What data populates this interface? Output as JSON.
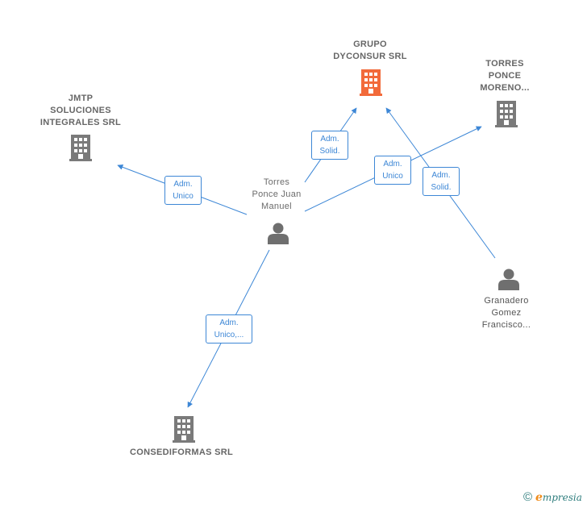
{
  "nodes": {
    "grupo_dyconsur": {
      "lines": [
        "GRUPO",
        "DYCONSUR SRL"
      ],
      "type": "company",
      "highlight": true
    },
    "torres_ponce_moreno": {
      "lines": [
        "TORRES",
        "PONCE",
        "MORENO..."
      ],
      "type": "company"
    },
    "jmtp": {
      "lines": [
        "JMTP",
        "SOLUCIONES",
        "INTEGRALES SRL"
      ],
      "type": "company"
    },
    "torres_ponce_juan": {
      "lines": [
        "Torres",
        "Ponce Juan",
        "Manuel"
      ],
      "type": "person"
    },
    "granadero": {
      "lines": [
        "Granadero",
        "Gomez",
        "Francisco..."
      ],
      "type": "person"
    },
    "consediformas": {
      "lines": [
        "CONSEDIFORMAS SRL"
      ],
      "type": "company"
    }
  },
  "edges": {
    "to_grupo": {
      "lines": [
        "Adm.",
        "Solid."
      ]
    },
    "to_jmtp": {
      "lines": [
        "Adm.",
        "Unico"
      ]
    },
    "to_torres_moreno": {
      "lines": [
        "Adm.",
        "Unico"
      ]
    },
    "granadero_to_grupo": {
      "lines": [
        "Adm.",
        "Solid."
      ]
    },
    "to_consediformas": {
      "lines": [
        "Adm.",
        "Unico,..."
      ]
    }
  },
  "colors": {
    "edge": "#3d87d6",
    "company_icon": "#7a7a7a",
    "highlight_icon": "#f26a3a",
    "person_icon": "#6f6f6f"
  },
  "footer": {
    "copyright": "©",
    "brand_initial": "e",
    "brand_rest": "mpresia"
  }
}
